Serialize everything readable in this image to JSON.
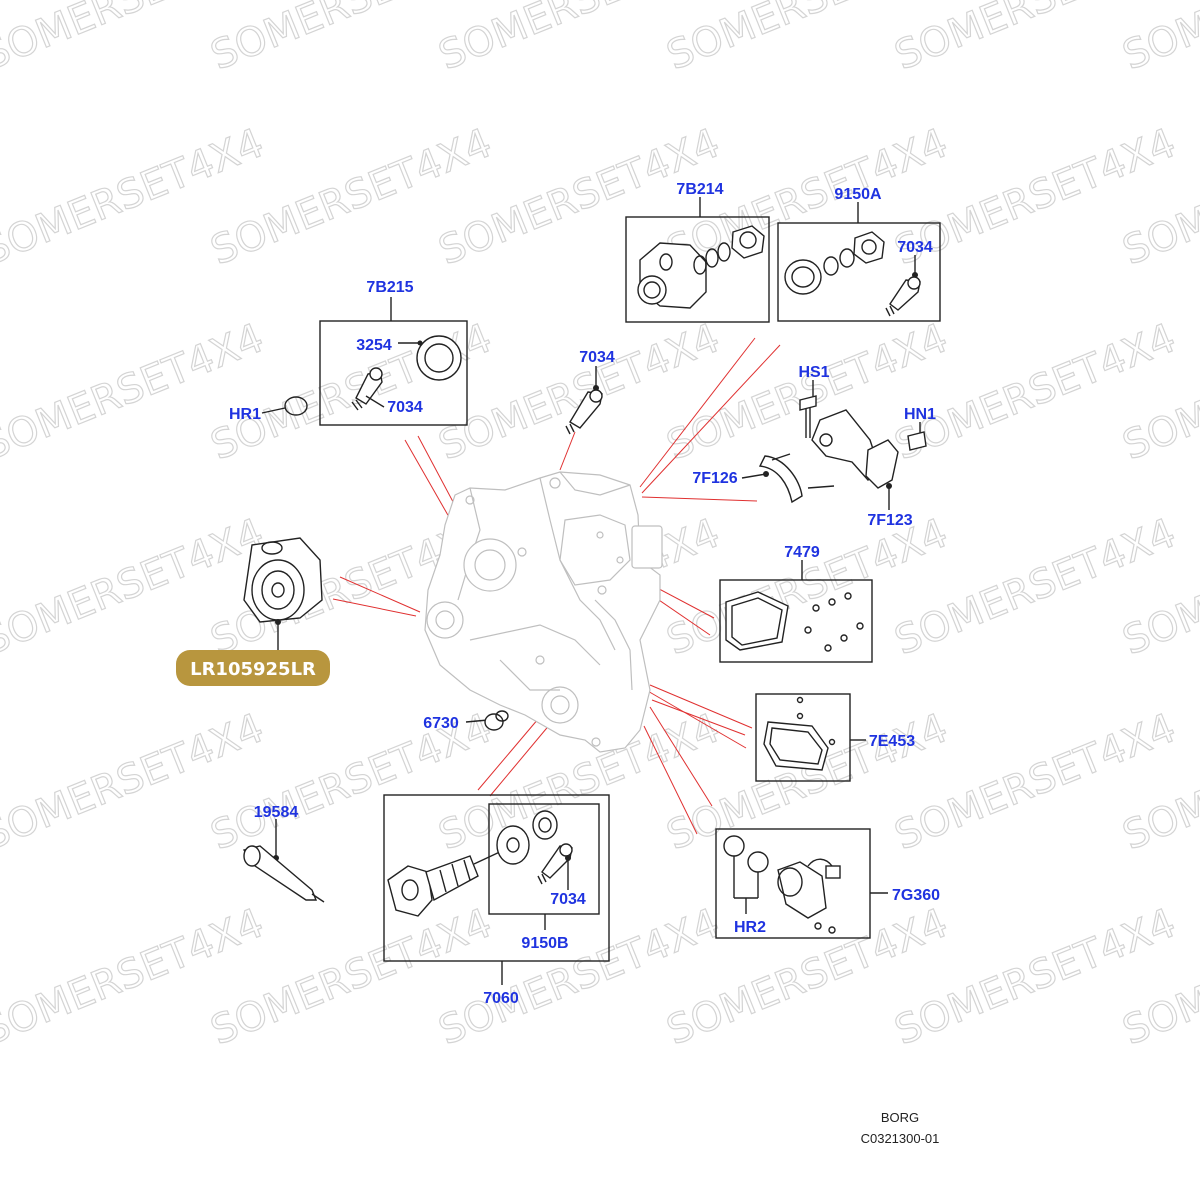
{
  "watermark": "SOMERSET4X4",
  "highlight_part": {
    "label": "LR105925LR",
    "color": "#b8963e"
  },
  "label_color": "#1f33e0",
  "leader_color": "#e03030",
  "callouts": {
    "b7B215": "7B215",
    "c3254": "3254",
    "c7034_a": "7034",
    "hr1": "HR1",
    "c7034_b": "7034",
    "b7B214": "7B214",
    "b9150A": "9150A",
    "c7034_c": "7034",
    "hs1": "HS1",
    "hn1": "HN1",
    "c7F126": "7F126",
    "c7F123": "7F123",
    "b7479": "7479",
    "c6730": "6730",
    "b7E453": "7E453",
    "c19584": "19584",
    "c7034_d": "7034",
    "b9150B": "9150B",
    "b7060": "7060",
    "hr2": "HR2",
    "b7G360": "7G360"
  },
  "footer": {
    "line1": "BORG",
    "line2": "C0321300-01"
  }
}
